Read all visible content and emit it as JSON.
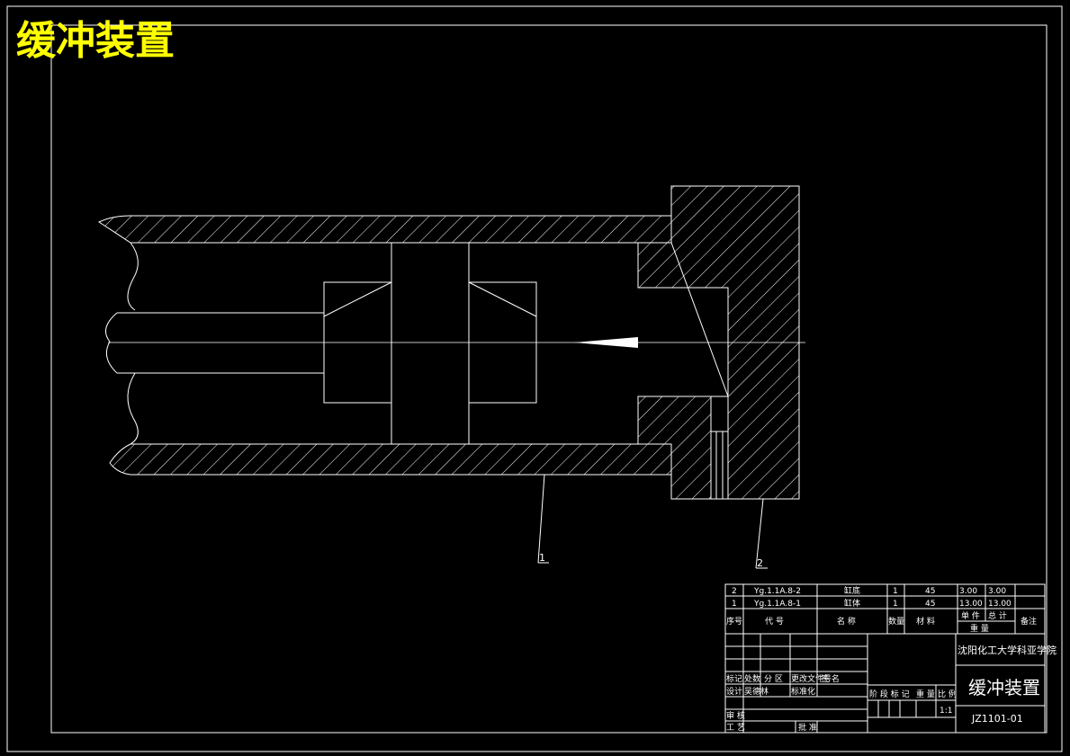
{
  "title": "缓冲装置",
  "colors": {
    "background": "#000000",
    "lines": "#ffffff",
    "title": "#ffff00"
  },
  "callouts": [
    "1",
    "2"
  ],
  "parts_list": {
    "rows": [
      {
        "no": "2",
        "code": "Yg.1.1A.8-2",
        "name": "缸底",
        "qty": "1",
        "material": "45",
        "unit_weight": "3.00",
        "total_weight": "3.00",
        "note": ""
      },
      {
        "no": "1",
        "code": "Yg.1.1A.8-1",
        "name": "缸体",
        "qty": "1",
        "material": "45",
        "unit_weight": "13.00",
        "total_weight": "13.00",
        "note": ""
      }
    ],
    "headers": {
      "no": "序号",
      "code": "代 号",
      "name": "名 称",
      "qty": "数量",
      "material": "材 料",
      "unit": "单 件",
      "total": "总 计",
      "weight": "重 量",
      "note": "备注"
    }
  },
  "title_block": {
    "school": "沈阳化工大学科亚学院",
    "drawing_name": "缓冲装置",
    "drawing_no": "JZ1101-01",
    "scale": "1:1",
    "row_labels": [
      "标记",
      "处数",
      "分 区",
      "更改文件号",
      "签 名"
    ],
    "design": "设计",
    "designer": "吴德林",
    "standardize": "标准化",
    "review": "审 核",
    "process": "工 艺",
    "approve": "批 准",
    "stage_labels": [
      "阶 段 标 记",
      "重 量",
      "比 例"
    ]
  }
}
